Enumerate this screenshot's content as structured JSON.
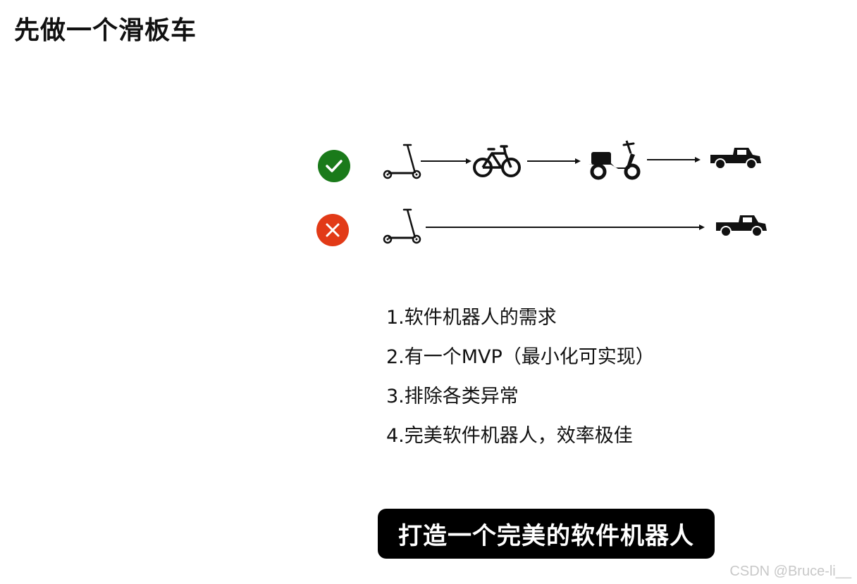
{
  "title": "先做一个滑板车",
  "rows": {
    "correct": {
      "status_icon": "check-circle-icon",
      "status_color": "#1a7a1a",
      "vehicles": [
        "scooter-icon",
        "bicycle-icon",
        "motorbike-icon",
        "pickup-truck-icon"
      ]
    },
    "wrong": {
      "status_icon": "cross-circle-icon",
      "status_color": "#e23a17",
      "vehicles": [
        "scooter-icon",
        "pickup-truck-icon"
      ]
    }
  },
  "list": {
    "items": [
      "1.软件机器人的需求",
      "2.有一个MVP（最小化可实现）",
      "3.排除各类异常",
      "4.完美软件机器人，效率极佳"
    ]
  },
  "caption": "打造一个完美的软件机器人",
  "watermark": "CSDN @Bruce-li__"
}
